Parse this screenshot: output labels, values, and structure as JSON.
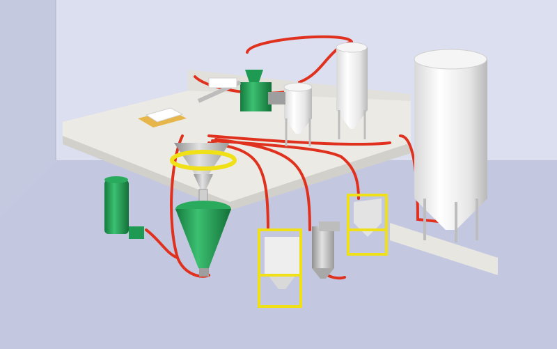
{
  "scene": {
    "colors": {
      "wall_left": "#c5c9df",
      "wall_back": "#dcdfef",
      "floor": "#c3c8e0",
      "platform_top": "#eceae4",
      "platform_front": "#d2d0ca",
      "pipe": "#e0301e",
      "silo_body": "#f2f2f2",
      "silo_shade": "#c9c9c9",
      "green_machine": "#1f9a52",
      "yellow_frame": "#f0e018",
      "steel": "#b5b5b5"
    },
    "equipment": [
      {
        "name": "large-storage-silo",
        "icon": "silo-icon"
      },
      {
        "name": "medium-storage-silo",
        "icon": "silo-icon"
      },
      {
        "name": "small-storage-silo",
        "icon": "silo-icon"
      },
      {
        "name": "green-extruder",
        "icon": "machine-icon"
      },
      {
        "name": "green-conical-mixer",
        "icon": "mixer-icon"
      },
      {
        "name": "steel-feed-hopper",
        "icon": "hopper-icon"
      },
      {
        "name": "bulk-bag-station-left",
        "icon": "bag-frame-icon"
      },
      {
        "name": "ibc-container-right",
        "icon": "container-icon"
      },
      {
        "name": "vacuum-receiver",
        "icon": "receiver-icon"
      },
      {
        "name": "green-pressure-tank",
        "icon": "tank-icon"
      },
      {
        "name": "bag-pallet",
        "icon": "pallet-icon"
      },
      {
        "name": "conveying-pipes",
        "icon": "pipe-icon"
      }
    ]
  }
}
